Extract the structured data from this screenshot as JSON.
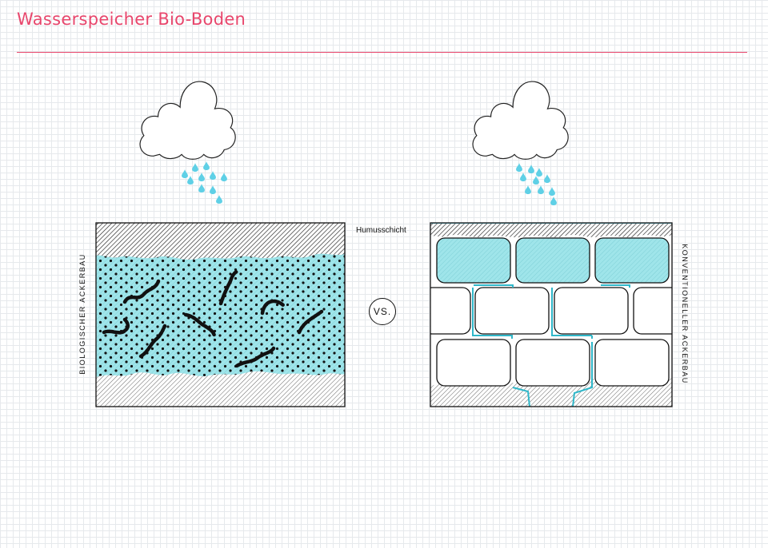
{
  "page": {
    "title": "Wasserspeicher Bio-Boden"
  },
  "labels": {
    "left_panel": "BIOLOGISCHER ACKERBAU",
    "right_panel": "KONVENTIONELLER ACKERBAU",
    "humus_layer": "Humusschicht",
    "versus": "VS."
  },
  "colors": {
    "accent": "#e8466c",
    "water": "#8fe0e6",
    "water_line": "#2fb7c9",
    "rain": "#5fd0e6",
    "ink": "#111111",
    "grid": "#e6e9ec"
  },
  "icons": {
    "cloud": "cloud-icon",
    "rain": "rain-drops-icon",
    "worm": "earthworm-icon"
  }
}
